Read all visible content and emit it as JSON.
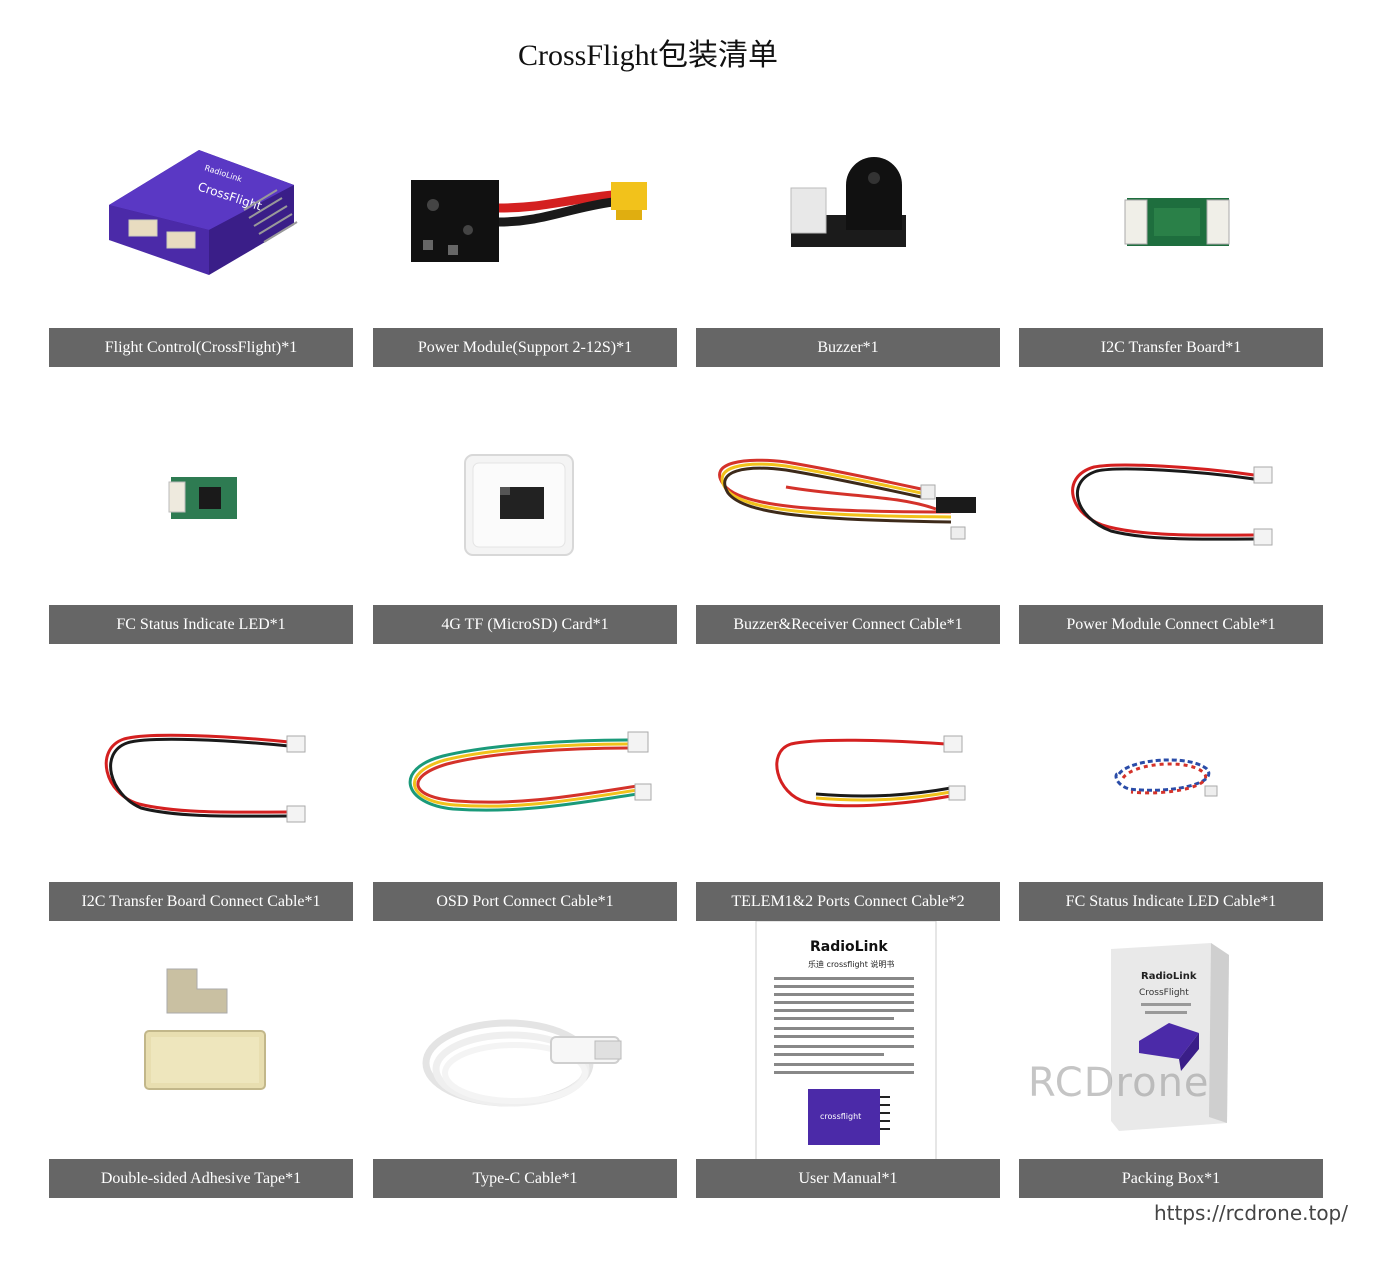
{
  "page": {
    "title": "CrossFlight包装清单",
    "watermark": "RCDrone",
    "url": "https://rcdrone.top/"
  },
  "items": [
    {
      "label": "Flight Control(CrossFlight)*1"
    },
    {
      "label": "Power Module(Support 2-12S)*1"
    },
    {
      "label": "Buzzer*1"
    },
    {
      "label": "I2C Transfer Board*1"
    },
    {
      "label": "FC Status Indicate LED*1"
    },
    {
      "label": "4G TF (MicroSD) Card*1"
    },
    {
      "label": "Buzzer&Receiver Connect Cable*1"
    },
    {
      "label": "Power Module Connect Cable*1"
    },
    {
      "label": "I2C Transfer Board Connect Cable*1"
    },
    {
      "label": "OSD Port Connect Cable*1"
    },
    {
      "label": "TELEM1&2 Ports Connect Cable*2"
    },
    {
      "label": "FC Status Indicate LED Cable*1"
    },
    {
      "label": "Double-sided Adhesive Tape*1"
    },
    {
      "label": "Type-C Cable*1"
    },
    {
      "label": "User Manual*1"
    },
    {
      "label": "Packing Box*1"
    }
  ],
  "product_text": {
    "brand": "RadioLink",
    "fc_name": "CrossFlight",
    "manual_heading": "乐迪 crossflight 说明书",
    "manual_fc_name": "crossflight",
    "box_name": "CrossFlight"
  },
  "colors": {
    "label_bg": "#666666",
    "fc_purple": "#4b2aa8",
    "xt60_yellow": "#f2c21b"
  }
}
